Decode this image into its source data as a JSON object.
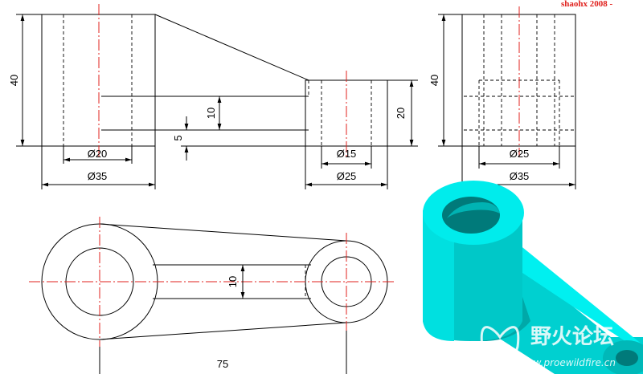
{
  "header": {
    "corner_text": "shaohx 2008 -"
  },
  "front_view": {
    "height_dim": "40",
    "bore_left_dim": "Ø20",
    "outer_left_dim": "Ø35",
    "arm_thickness_dim": "10",
    "arm_offset_dim": "5",
    "right_height_dim": "20",
    "bore_right_dim": "Ø15",
    "outer_right_dim": "Ø25"
  },
  "side_view": {
    "height_dim": "40",
    "inner_dim": "Ø25",
    "outer_dim": "Ø35"
  },
  "top_view": {
    "arm_width_dim": "10",
    "center_distance_dim": "75"
  },
  "model_3d": {
    "color": "#00e6e6",
    "shade": "#00b3b3",
    "dark": "#008080"
  },
  "watermark": {
    "name": "野火论坛",
    "url": "www.proewildfire.cn"
  }
}
